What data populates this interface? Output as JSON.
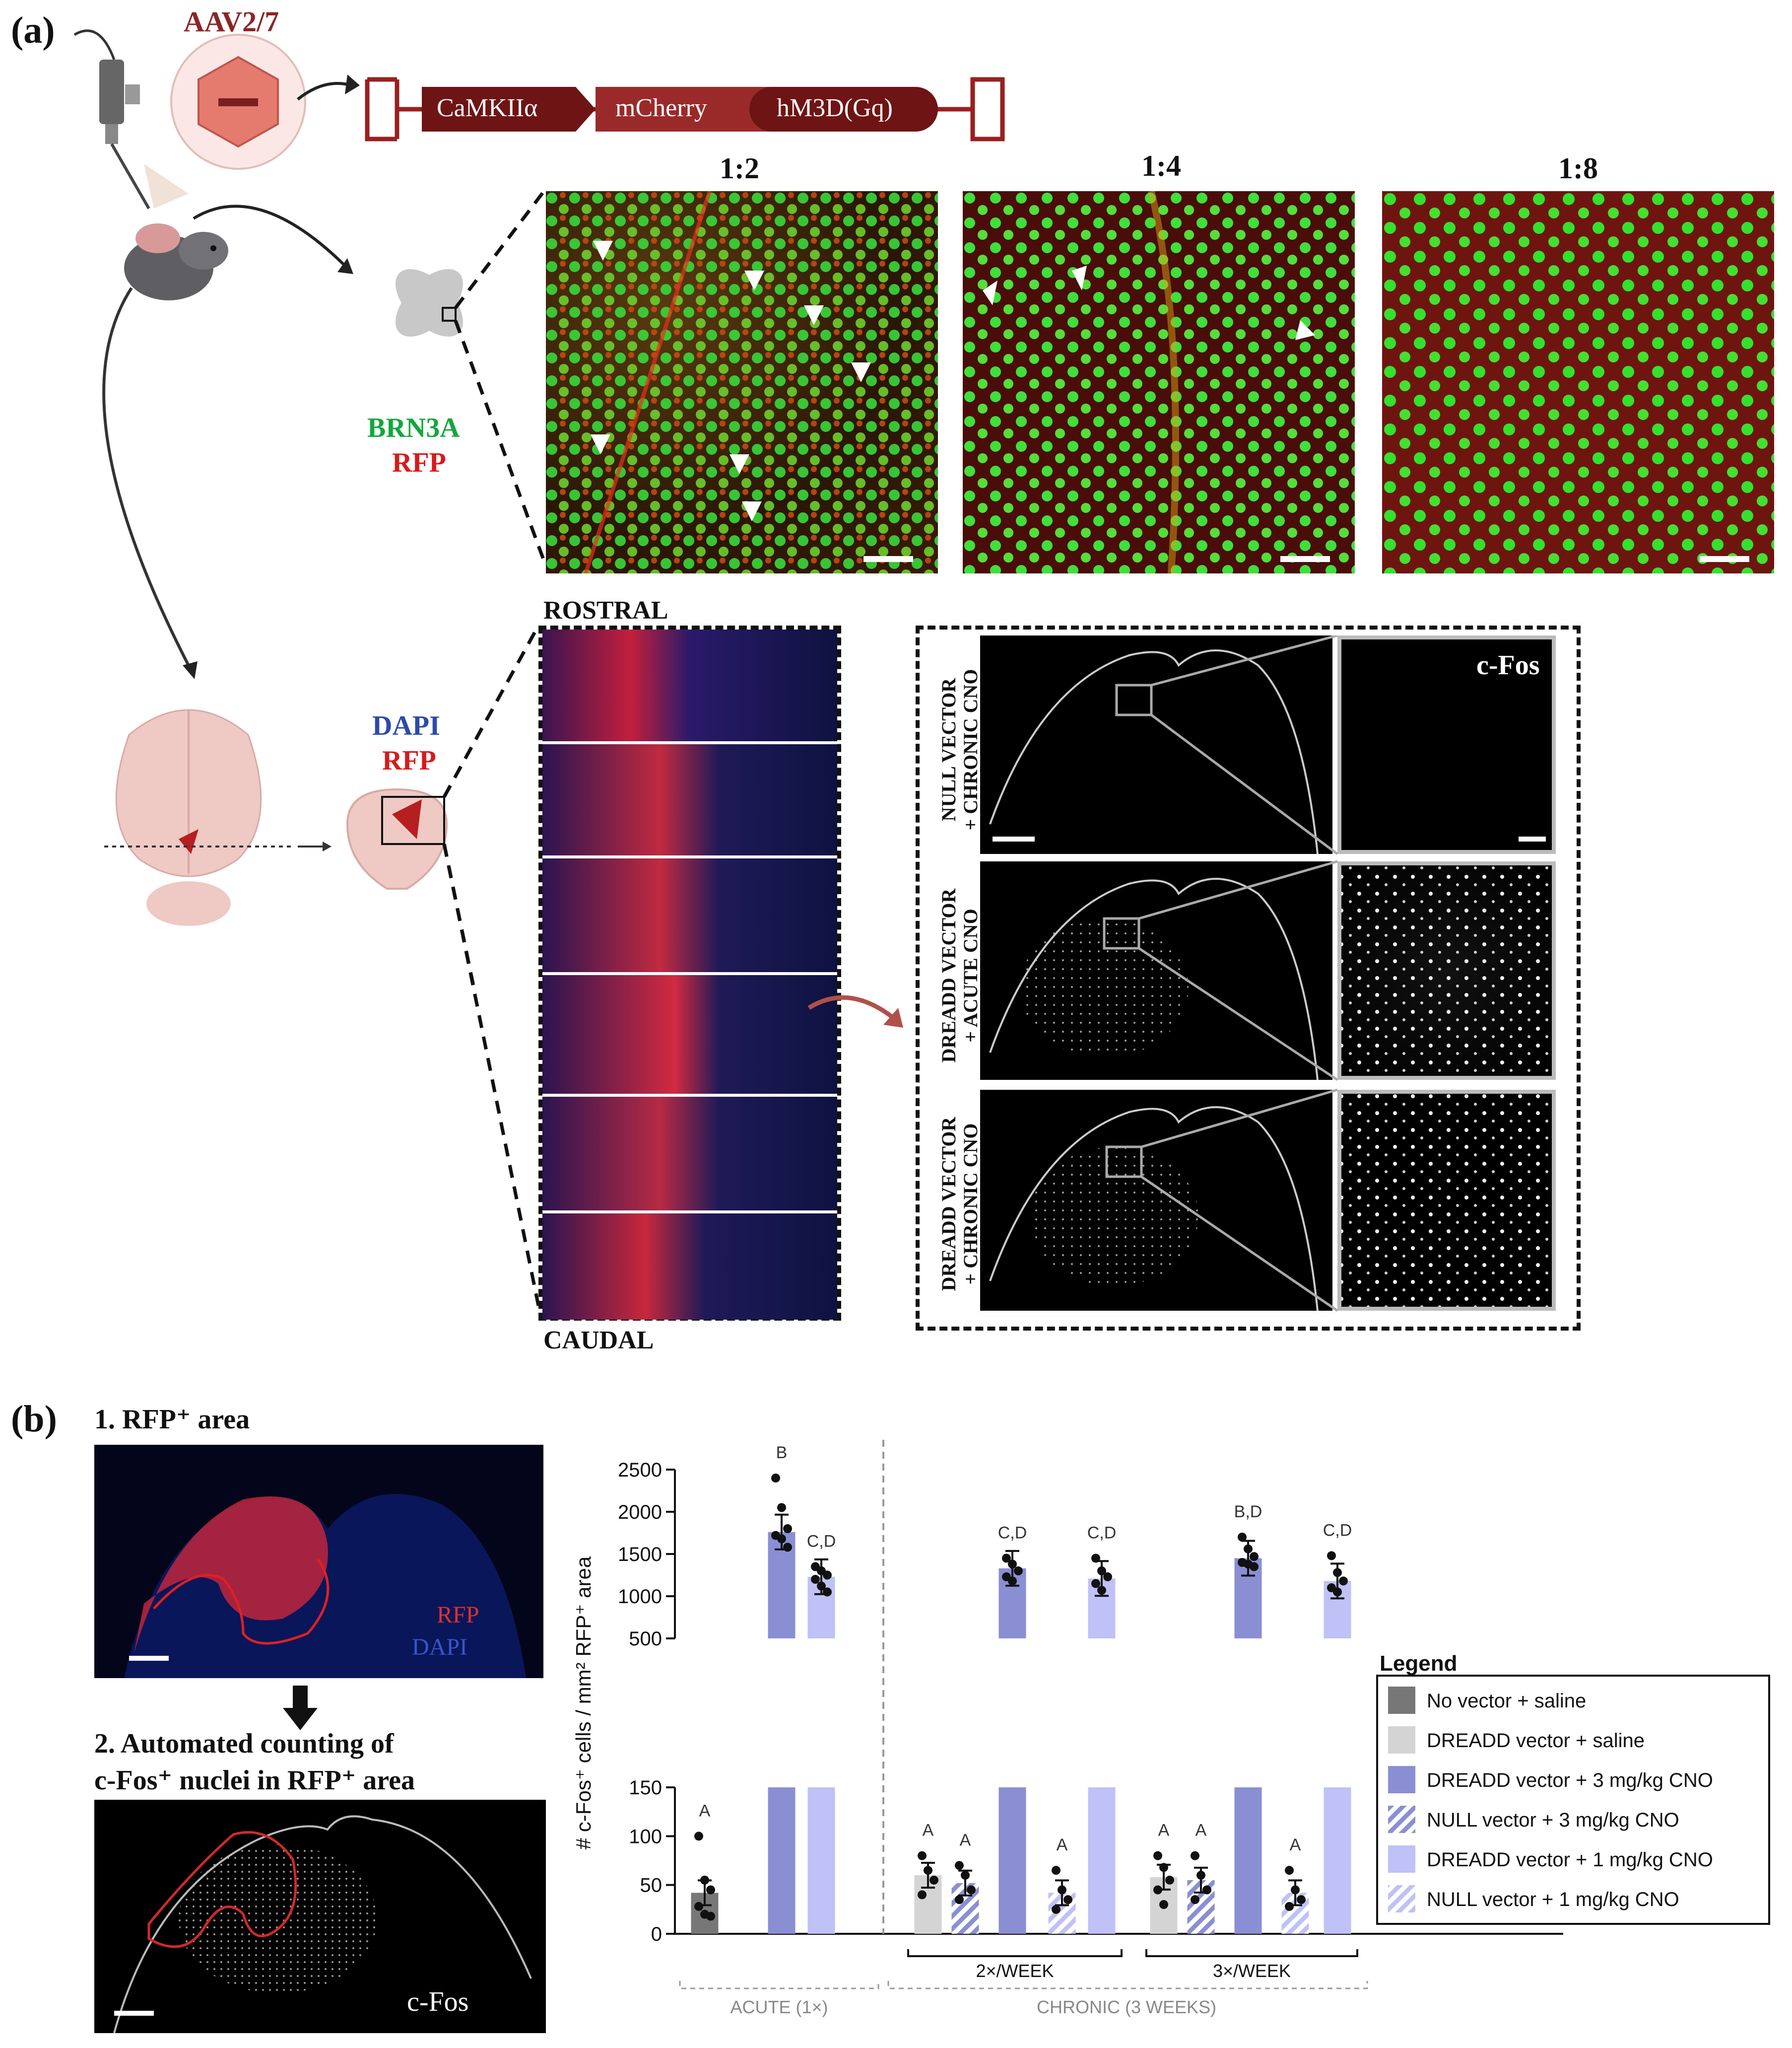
{
  "panel_a": {
    "letter": "(a)",
    "vector_name": "AAV2/7",
    "construct": [
      "CaMKIIα",
      "mCherry",
      "hM3D(Gq)"
    ],
    "dilutions": [
      "1:2",
      "1:4",
      "1:8"
    ],
    "retina_stain_1": "BRN3A",
    "retina_stain_2": "RFP",
    "brain_stain_1": "DAPI",
    "brain_stain_2": "RFP",
    "rostral": "ROSTRAL",
    "caudal": "CAUDAL",
    "cfos_title": "c-Fos",
    "conditions": [
      {
        "line1": "NULL VECTOR",
        "line2": "+ CHRONIC CNO"
      },
      {
        "line1": "DREADD VECTOR",
        "line2": "+ ACUTE CNO"
      },
      {
        "line1": "DREADD VECTOR",
        "line2": "+ CHRONIC CNO"
      }
    ]
  },
  "panel_b": {
    "letter": "(b)",
    "step1": "1. RFP⁺ area",
    "step2_line1": "2. Automated counting of",
    "step2_line2": "c-Fos⁺ nuclei in RFP⁺ area",
    "rfp_label": "RFP",
    "dapi_label": "DAPI",
    "cfos_label": "c-Fos"
  },
  "chart_data": {
    "type": "bar",
    "ylabel": "# c-Fos⁺ cells / mm² RFP⁺ area",
    "y_lower_ticks": [
      "0",
      "50",
      "100",
      "150"
    ],
    "y_upper_ticks": [
      "500",
      "1000",
      "1500",
      "2000",
      "2500"
    ],
    "ylim_lower": [
      0,
      150
    ],
    "ylim_upper": [
      500,
      2500
    ],
    "groups": [
      {
        "name": "ACUTE (1×)",
        "bars": [
          {
            "series": "No vector + saline",
            "value": 42,
            "label": "A",
            "points": [
              100,
              55,
              45,
              28,
              20,
              18
            ]
          },
          {
            "series": "DREADD vector + 3 mg/kg CNO",
            "value": 1760,
            "label": "B",
            "points": [
              2400,
              2050,
              1800,
              1720,
              1680,
              1580
            ]
          },
          {
            "series": "DREADD vector + 1 mg/kg CNO",
            "value": 1230,
            "label": "C,D",
            "points": [
              1350,
              1300,
              1250,
              1200,
              1120,
              1050
            ]
          }
        ]
      },
      {
        "name": "2×/WEEK",
        "bars": [
          {
            "series": "DREADD vector + saline",
            "value": 60,
            "label": "A",
            "points": [
              80,
              65,
              55,
              40
            ]
          },
          {
            "series": "NULL vector + 3 mg/kg CNO",
            "value": 52,
            "label": "A",
            "points": [
              70,
              60,
              45,
              35
            ]
          },
          {
            "series": "DREADD vector + 3 mg/kg CNO",
            "value": 1330,
            "label": "C,D",
            "points": [
              1450,
              1380,
              1300,
              1230,
              1180
            ]
          },
          {
            "series": "NULL vector + 1 mg/kg CNO",
            "value": 42,
            "label": "A",
            "points": [
              65,
              45,
              35,
              25
            ]
          },
          {
            "series": "DREADD vector + 1 mg/kg CNO",
            "value": 1210,
            "label": "C,D",
            "points": [
              1450,
              1300,
              1230,
              1150,
              1070
            ]
          }
        ]
      },
      {
        "name": "3×/WEEK",
        "bars": [
          {
            "series": "DREADD vector + saline",
            "value": 58,
            "label": "A",
            "points": [
              80,
              68,
              55,
              45,
              30
            ]
          },
          {
            "series": "NULL vector + 3 mg/kg CNO",
            "value": 55,
            "label": "A",
            "points": [
              80,
              60,
              45,
              35
            ]
          },
          {
            "series": "DREADD vector + 3 mg/kg CNO",
            "value": 1450,
            "label": "B,D",
            "points": [
              1700,
              1560,
              1470,
              1400,
              1380,
              1350
            ]
          },
          {
            "series": "NULL vector + 1 mg/kg CNO",
            "value": 42,
            "label": "A",
            "points": [
              65,
              45,
              35,
              28
            ]
          },
          {
            "series": "DREADD vector + 1 mg/kg CNO",
            "value": 1180,
            "label": "C,D",
            "points": [
              1480,
              1280,
              1180,
              1100,
              1050
            ]
          }
        ]
      }
    ],
    "bracket_acute": "ACUTE (1×)",
    "bracket_chronic": "CHRONIC (3 WEEKS)",
    "legend_title": "Legend",
    "legend": [
      {
        "name": "No vector + saline",
        "color": "#777777",
        "hatch": false
      },
      {
        "name": "DREADD vector + saline",
        "color": "#d4d4d4",
        "hatch": false
      },
      {
        "name": "DREADD vector + 3 mg/kg CNO",
        "color": "#8a8fd4",
        "hatch": false
      },
      {
        "name": "NULL vector + 3 mg/kg CNO",
        "color": "#8a8fd4",
        "hatch": true
      },
      {
        "name": "DREADD vector + 1 mg/kg CNO",
        "color": "#bfc1f7",
        "hatch": false
      },
      {
        "name": "NULL vector + 1 mg/kg CNO",
        "color": "#bfc1f7",
        "hatch": true
      }
    ]
  }
}
